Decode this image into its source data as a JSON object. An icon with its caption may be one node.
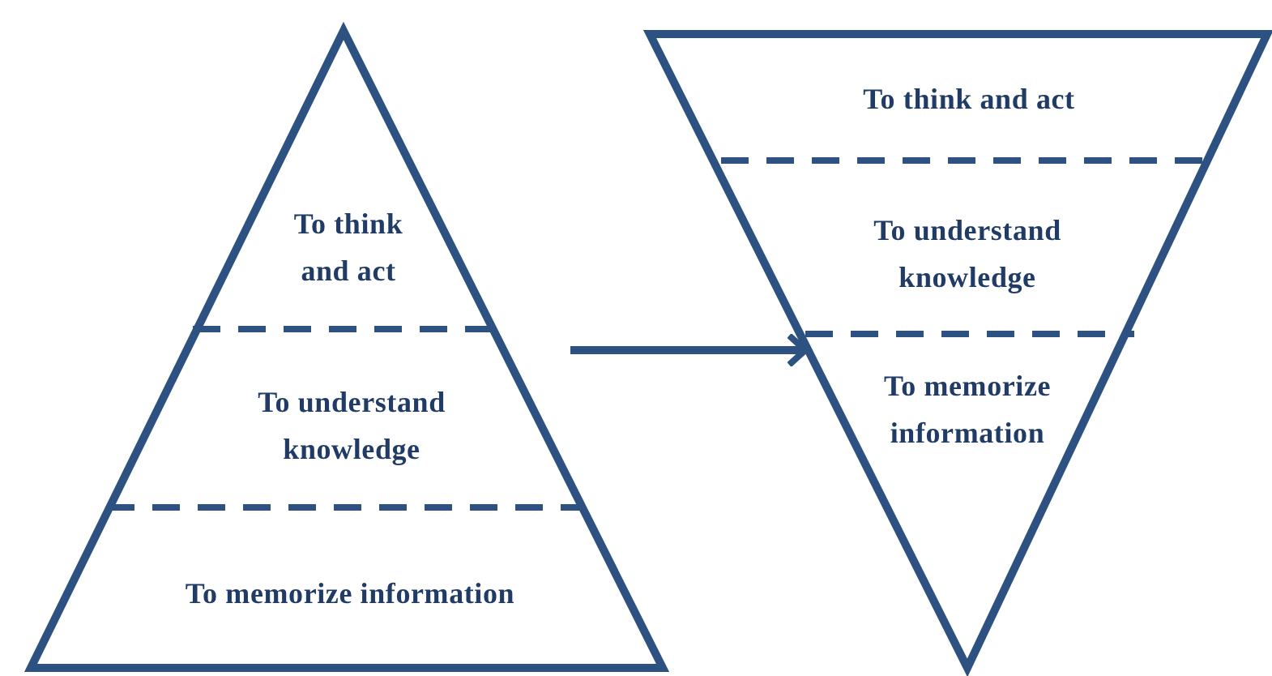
{
  "diagram": {
    "nodes": [
      {
        "text": [],
        "shape": "triangle"
      },
      {
        "text": [
          "To think and act"
        ],
        "in": 0
      },
      {
        "text": [
          "To understand knowledge"
        ],
        "in": 0
      },
      {
        "text": [
          "To memorize information"
        ],
        "in": 0
      },
      {
        "text": [],
        "shape": "triangle"
      },
      {
        "text": [
          "To think and act"
        ],
        "in": 4
      },
      {
        "text": [
          "To understand knowledge"
        ],
        "in": 4
      },
      {
        "text": [
          "To memorize information"
        ],
        "in": 4
      }
    ],
    "edges": [
      {
        "from": 0,
        "to": 4,
        "arrow": "to"
      }
    ]
  }
}
